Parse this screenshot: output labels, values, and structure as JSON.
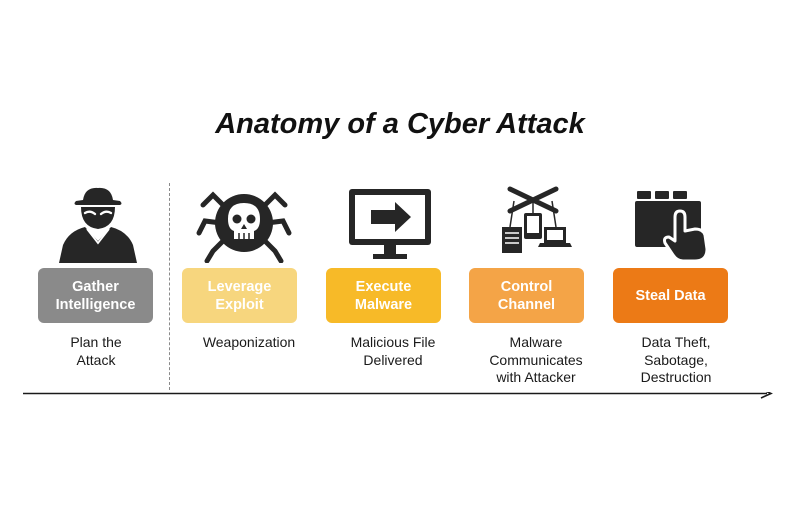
{
  "title": "Anatomy of a Cyber Attack",
  "colors": {
    "gather": "#8a8a8a",
    "leverage": "#f7d67e",
    "execute": "#f7ba28",
    "control": "#f4a447",
    "steal": "#ec7a16",
    "icon": "#262626"
  },
  "stages": [
    {
      "label": "Gather\nIntelligence",
      "caption": "Plan the\nAttack",
      "icon": "hacker-icon"
    },
    {
      "label": "Leverage\nExploit",
      "caption": "Weaponization",
      "icon": "skull-spider-icon"
    },
    {
      "label": "Execute\nMalware",
      "caption": "Malicious File\nDelivered",
      "icon": "monitor-arrow-icon"
    },
    {
      "label": "Control\nChannel",
      "caption": "Malware\nCommunicates\nwith Attacker",
      "icon": "puppet-devices-icon"
    },
    {
      "label": "Steal Data",
      "caption": "Data Theft,\nSabotage,\nDestruction",
      "icon": "folder-hand-icon"
    }
  ]
}
